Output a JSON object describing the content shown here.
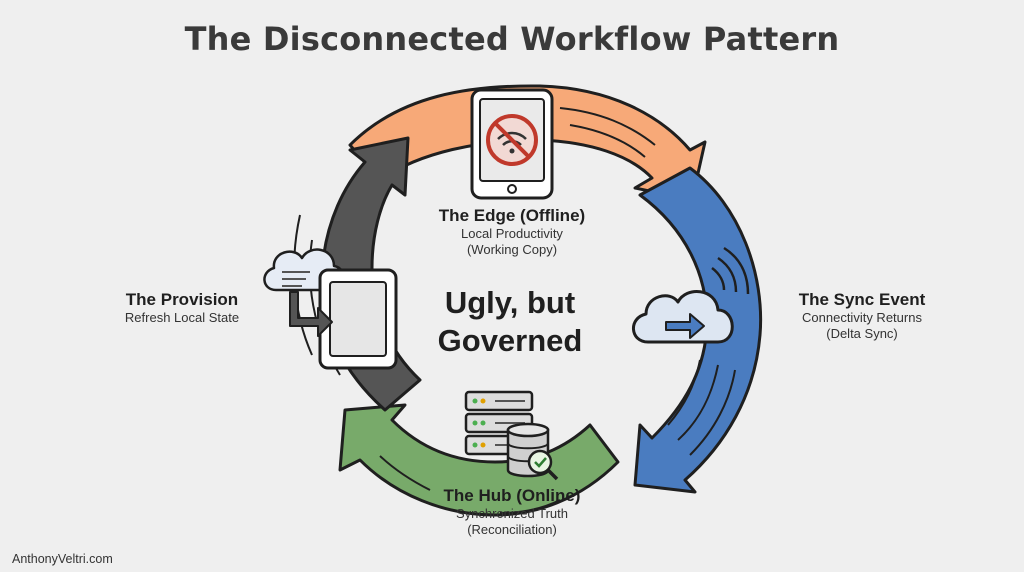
{
  "title": "The Disconnected Workflow Pattern",
  "center": {
    "line1": "Ugly, but",
    "line2": "Governed"
  },
  "stages": {
    "edge": {
      "title": "The Edge (Offline)",
      "line1": "Local Productivity",
      "line2": "(Working Copy)",
      "icon": "tablet-no-wifi-icon"
    },
    "sync": {
      "title": "The Sync Event",
      "line1": "Connectivity Returns",
      "line2": "(Delta Sync)",
      "icon": "cloud-upload-icon"
    },
    "hub": {
      "title": "The Hub (Online)",
      "line1": "Synchronized Truth",
      "line2": "(Reconciliation)",
      "icon": "server-database-icon"
    },
    "provision": {
      "title": "The Provision",
      "line1": "Refresh Local State",
      "icon": "cloud-to-tablet-icon"
    }
  },
  "colors": {
    "edge": "#f7a978",
    "sync": "#4a7cc0",
    "hub": "#78aa6a",
    "provision": "#555555",
    "outline": "#1f1f1f",
    "background": "#efefef"
  },
  "credit": "AnthonyVeltri.com"
}
